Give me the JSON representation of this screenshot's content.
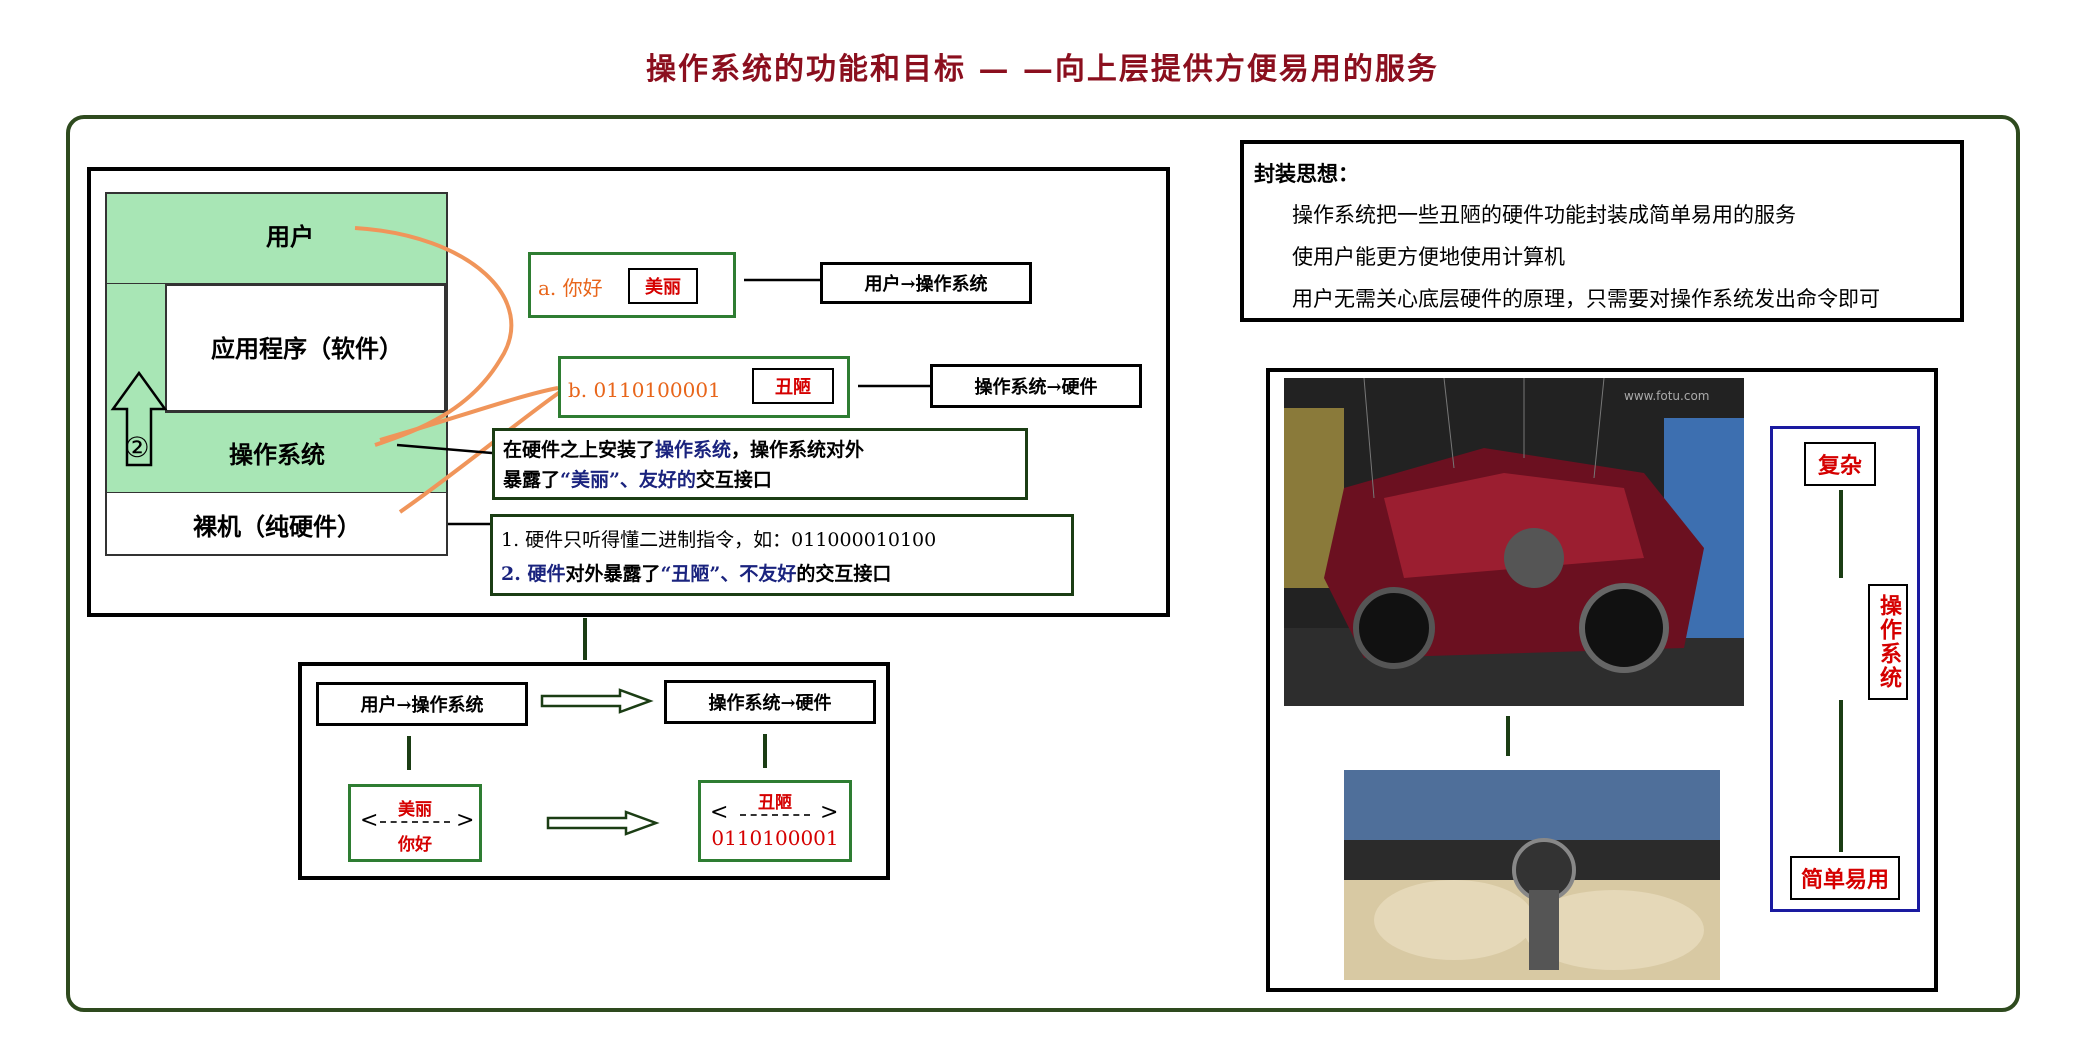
{
  "title": "操作系统的功能和目标 — —向上层提供方便易用的服务",
  "layers": {
    "user": "用户",
    "app": "应用程序（软件）",
    "os": "操作系统",
    "hw": "裸机（纯硬件）",
    "circle_num": "②"
  },
  "callouts": {
    "a_prefix": "a. 你好",
    "a_box": "美丽",
    "a_flow": "用户→操作系统",
    "b_prefix": "b. 0110100001",
    "b_box": "丑陋",
    "b_flow": "操作系统→硬件",
    "os_desc_1a": "在硬件之上安装了",
    "os_desc_1b": "操作系统",
    "os_desc_1c": "，操作系统对外",
    "os_desc_2a": "暴露了",
    "os_desc_2b": "“美丽”、友好的",
    "os_desc_2c": "交互接口",
    "hw_desc_1": "1. 硬件只听得懂二进制指令，如：011000010100",
    "hw_desc_2a": "2. ",
    "hw_desc_2b": "硬件",
    "hw_desc_2c": "对外暴露了",
    "hw_desc_2d": "“丑陋”、不友好",
    "hw_desc_2e": "的交互接口"
  },
  "bottom": {
    "left_label": "用户→操作系统",
    "right_label": "操作系统→硬件",
    "left_top": "美丽",
    "left_bottom": "你好",
    "right_top": "丑陋",
    "right_bottom": "0110100001"
  },
  "encapsulation": {
    "heading": "封装思想：",
    "lines": [
      "操作系统把一些丑陋的硬件功能封装成简单易用的服务",
      "使用户能更方便地使用计算机",
      "用户无需关心底层硬件的原理，只需要对操作系统发出命令即可"
    ]
  },
  "car_panel": {
    "watermark": "www.fotu.com",
    "complex": "复杂",
    "os": "操作系统",
    "simple": "简单易用"
  },
  "colors": {
    "title": "#8b0f1e",
    "layer_green": "#a8e6b5",
    "orange": "#e8651a",
    "red": "#d50000",
    "blue_border": "#1a1aa0",
    "dark_green": "#1b3d14"
  }
}
